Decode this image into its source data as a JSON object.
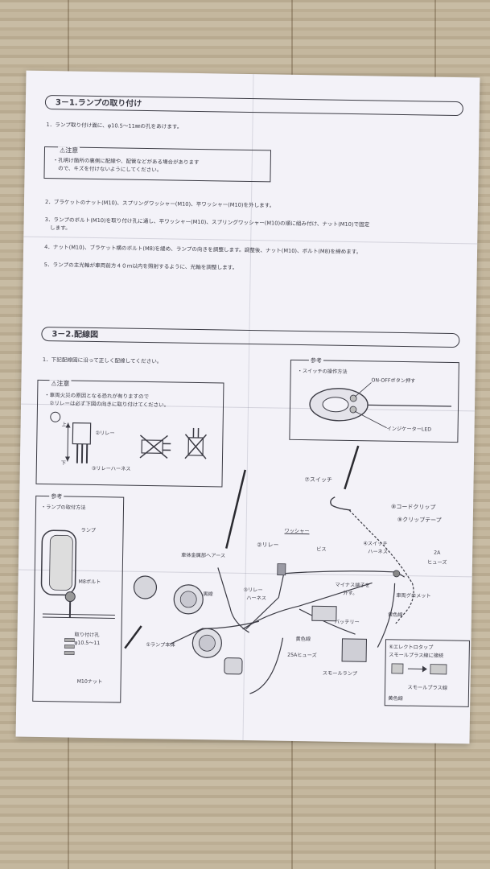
{
  "sec1": {
    "title": "3－1.ランプの取り付け",
    "step1": "1．ランプ取り付け面に、φ10.5～11㎜の孔をあけます。",
    "caution_title": "⚠注意",
    "caution_line1": "・孔明け箇所の裏側に配線や、配管などがある場合があります",
    "caution_line2": "　ので、キズを付けないようにしてください。",
    "step2": "2．ブラケットのナット(M10)、スプリングワッシャー(M10)、平ワッシャー(M10)を外します。",
    "step3a": "3．ランプのボルト(M10)を取り付け孔に通し、平ワッシャー(M10)、スプリングワッシャー(M10)の順に組み付け、ナット(M10)で固定",
    "step3b": "　します。",
    "step4": "4．ナット(M10)、ブラケット横のボルト(M8)を緩め、ランプの向きを調整します。調整後、ナット(M10)、ボルト(M8)を締めます。",
    "step5": "5．ランプの主光軸が車両前方４０ｍ以内を照射するように、光軸を調整します。"
  },
  "sec2": {
    "title": "3－2.配線図",
    "step1": "1．下記配線図に沿って正しく配線してください。",
    "caution_title": "⚠注意",
    "caution_line1": "・車両火災の原因となる恐れが有りますので",
    "caution_line2": "　②リレーは必ず下図の向きに取り付けてください。",
    "relay_label": "②リレー",
    "relay_harness_label": "③リレーハーネス",
    "relay_top": "上",
    "relay_bottom": "下",
    "ref_lamp_title": "参考",
    "ref_lamp_sub": "・ランプの取付方法",
    "lamp_label": "ランプ",
    "m8_label": "M8ボルト",
    "hole_label_1": "取り付け孔",
    "hole_label_2": "φ10.5～11",
    "nut_label": "M10ナット",
    "ref_switch_title": "参考",
    "ref_switch_sub": "・スイッチの操作方法",
    "onoff_label": "ON-OFFボタン押す",
    "indicator_label": "インジケーターLED",
    "switch_label": "⑦スイッチ",
    "cord_clip_label": "⑧コードクリップ",
    "clip_tape_label": "⑨クリップテープ",
    "washer_label": "ワッシャー",
    "relay_diag_label": "②リレー",
    "screw_label": "ビス",
    "switch_harness_1": "④スイッチ",
    "switch_harness_2": "ハーネス",
    "fuse2a_1": "2A",
    "fuse2a_2": "ヒューズ",
    "ground_label": "車体金属部へアース",
    "black_wire": "黒線",
    "relay_harness_1": "③リレー",
    "relay_harness_2": "ハーネス",
    "minus_1": "マイナス端子を",
    "minus_2": "外す。",
    "grommet_label": "車両グロメット",
    "yellow_wire_1": "黄色線",
    "battery_label": "バッテリー",
    "lamp_body_label": "①ランプ本体",
    "yellow_wire_2": "黄色線",
    "fuse25a_label": "25Aヒューズ",
    "small_lamp_label": "スモールランプ",
    "tap_1": "⑥エレクトロタップ",
    "tap_2": "スモールプラス線に接続",
    "small_plus_label": "スモールプラス線",
    "yellow_wire_3": "黄色線"
  }
}
